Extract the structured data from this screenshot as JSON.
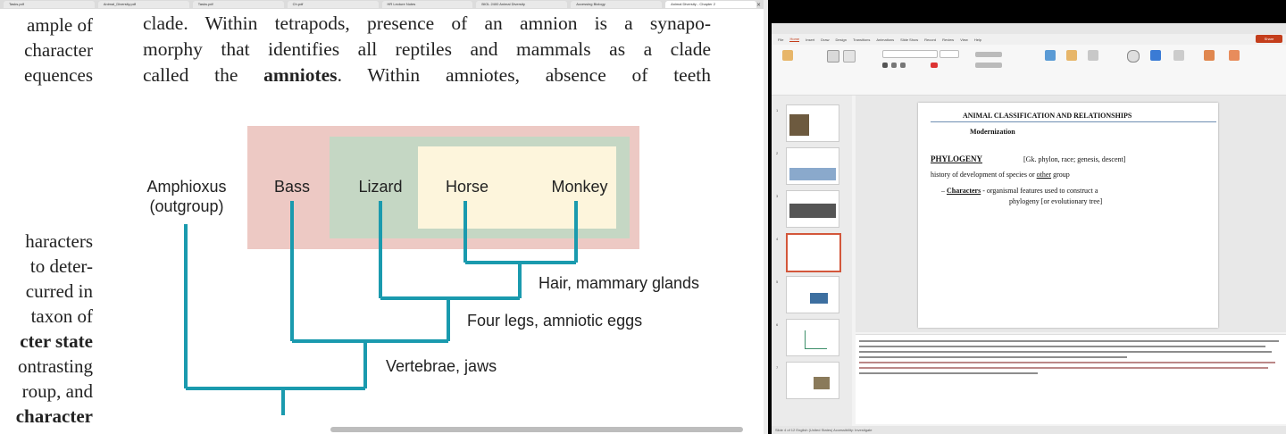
{
  "left_window": {
    "tabs": [
      "Tasks.pdf",
      "Animal_Diversity.pdf",
      "Tasks.pdf",
      "Ch.pdf",
      "HR Lecture Notes",
      "BIOL 2400 Animal Diversity",
      "Accessing Biology",
      "Animal Diversity - Chapter 2"
    ],
    "close_glyph": "×",
    "left_fragments_top": [
      "ample of",
      "character",
      "equences"
    ],
    "left_fragments_bottom": [
      "haracters",
      "to deter-",
      "curred in",
      "taxon of",
      "cter state",
      "ontrasting",
      "roup, and",
      "character"
    ],
    "main_text": {
      "line1": "clade. Within tetrapods, presence of an amnion is a synapo-",
      "line2": "morphy that identifies all reptiles and mammals as a clade",
      "line3_before": "called the ",
      "line3_bold": "amniotes",
      "line3_after": ". Within amniotes, absence of teeth"
    },
    "cladogram": {
      "taxa": [
        {
          "name": "Amphioxus",
          "note": "(outgroup)"
        },
        {
          "name": "Bass"
        },
        {
          "name": "Lizard"
        },
        {
          "name": "Horse"
        },
        {
          "name": "Monkey"
        }
      ],
      "traits": [
        "Hair, mammary glands",
        "Four legs, amniotic eggs",
        "Vertebrae, jaws"
      ],
      "colors": {
        "branch": "#1a9aae",
        "box_outer": "#edc9c4",
        "box_middle": "#c5d7c4",
        "box_inner": "#fdf5dc"
      }
    }
  },
  "right_window": {
    "menu": [
      "File",
      "Home",
      "Insert",
      "Draw",
      "Design",
      "Transitions",
      "Animations",
      "Slide Show",
      "Record",
      "Review",
      "View",
      "Help"
    ],
    "share_label": "Share",
    "slide": {
      "title": "ANIMAL CLASSIFICATION AND RELATIONSHIPS",
      "subtitle": "Modernization",
      "term": "PHYLOGENY",
      "etymology": "[Gk. phylon, race; genesis, descent]",
      "definition_before": "history of development of species or ",
      "definition_link": "other",
      "definition_after": " group",
      "bullet_term": "Characters",
      "bullet_text": "- organismal features used to construct a",
      "bullet_text2": "phylogeny [or evolutionary tree]"
    },
    "status_text": "Slide 4 of 12   English (United States)   Accessibility: Investigate",
    "slide_numbers": [
      "1",
      "2",
      "3",
      "4",
      "5",
      "6",
      "7"
    ]
  }
}
